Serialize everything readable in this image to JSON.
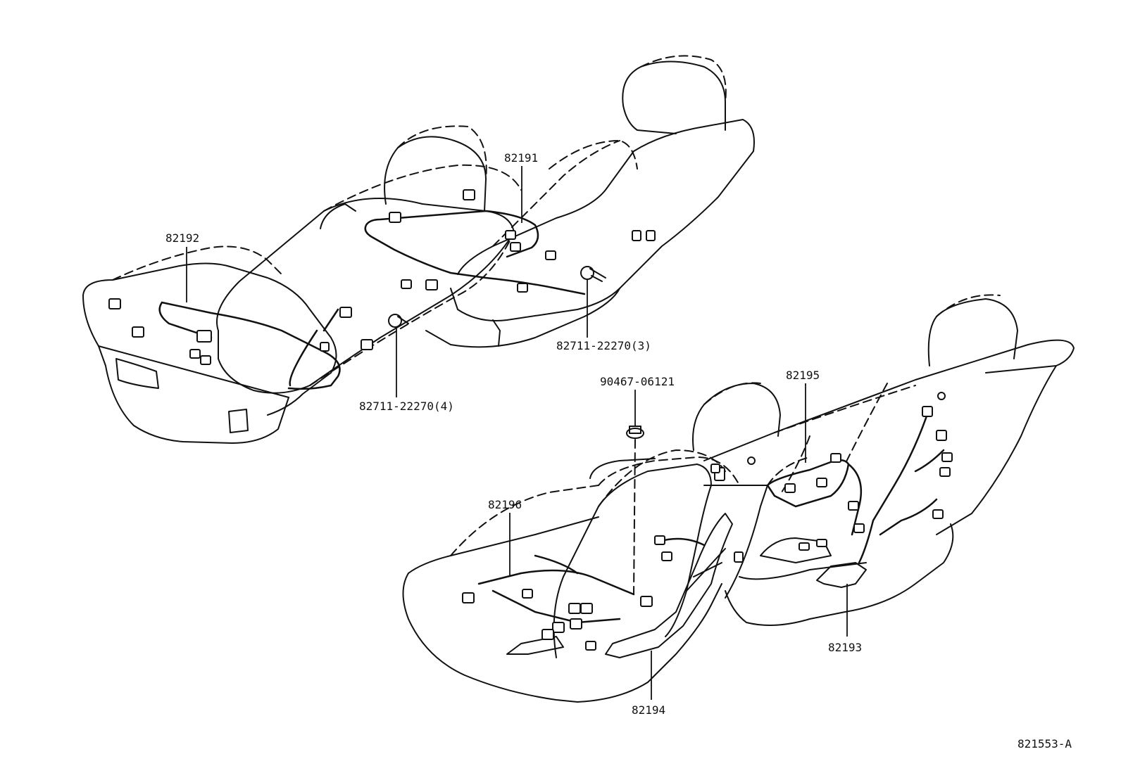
{
  "labels": {
    "p82191": "82191",
    "p82192": "82192",
    "clip_front_3": "82711-22270(3)",
    "clip_front_4": "82711-22270(4)",
    "nut": "90467-06121",
    "p82195": "82195",
    "p82196": "82196",
    "p82193": "82193",
    "p82194": "82194",
    "figure_code": "821553-A"
  },
  "colors": {
    "line": "#111111",
    "background": "#ffffff"
  }
}
